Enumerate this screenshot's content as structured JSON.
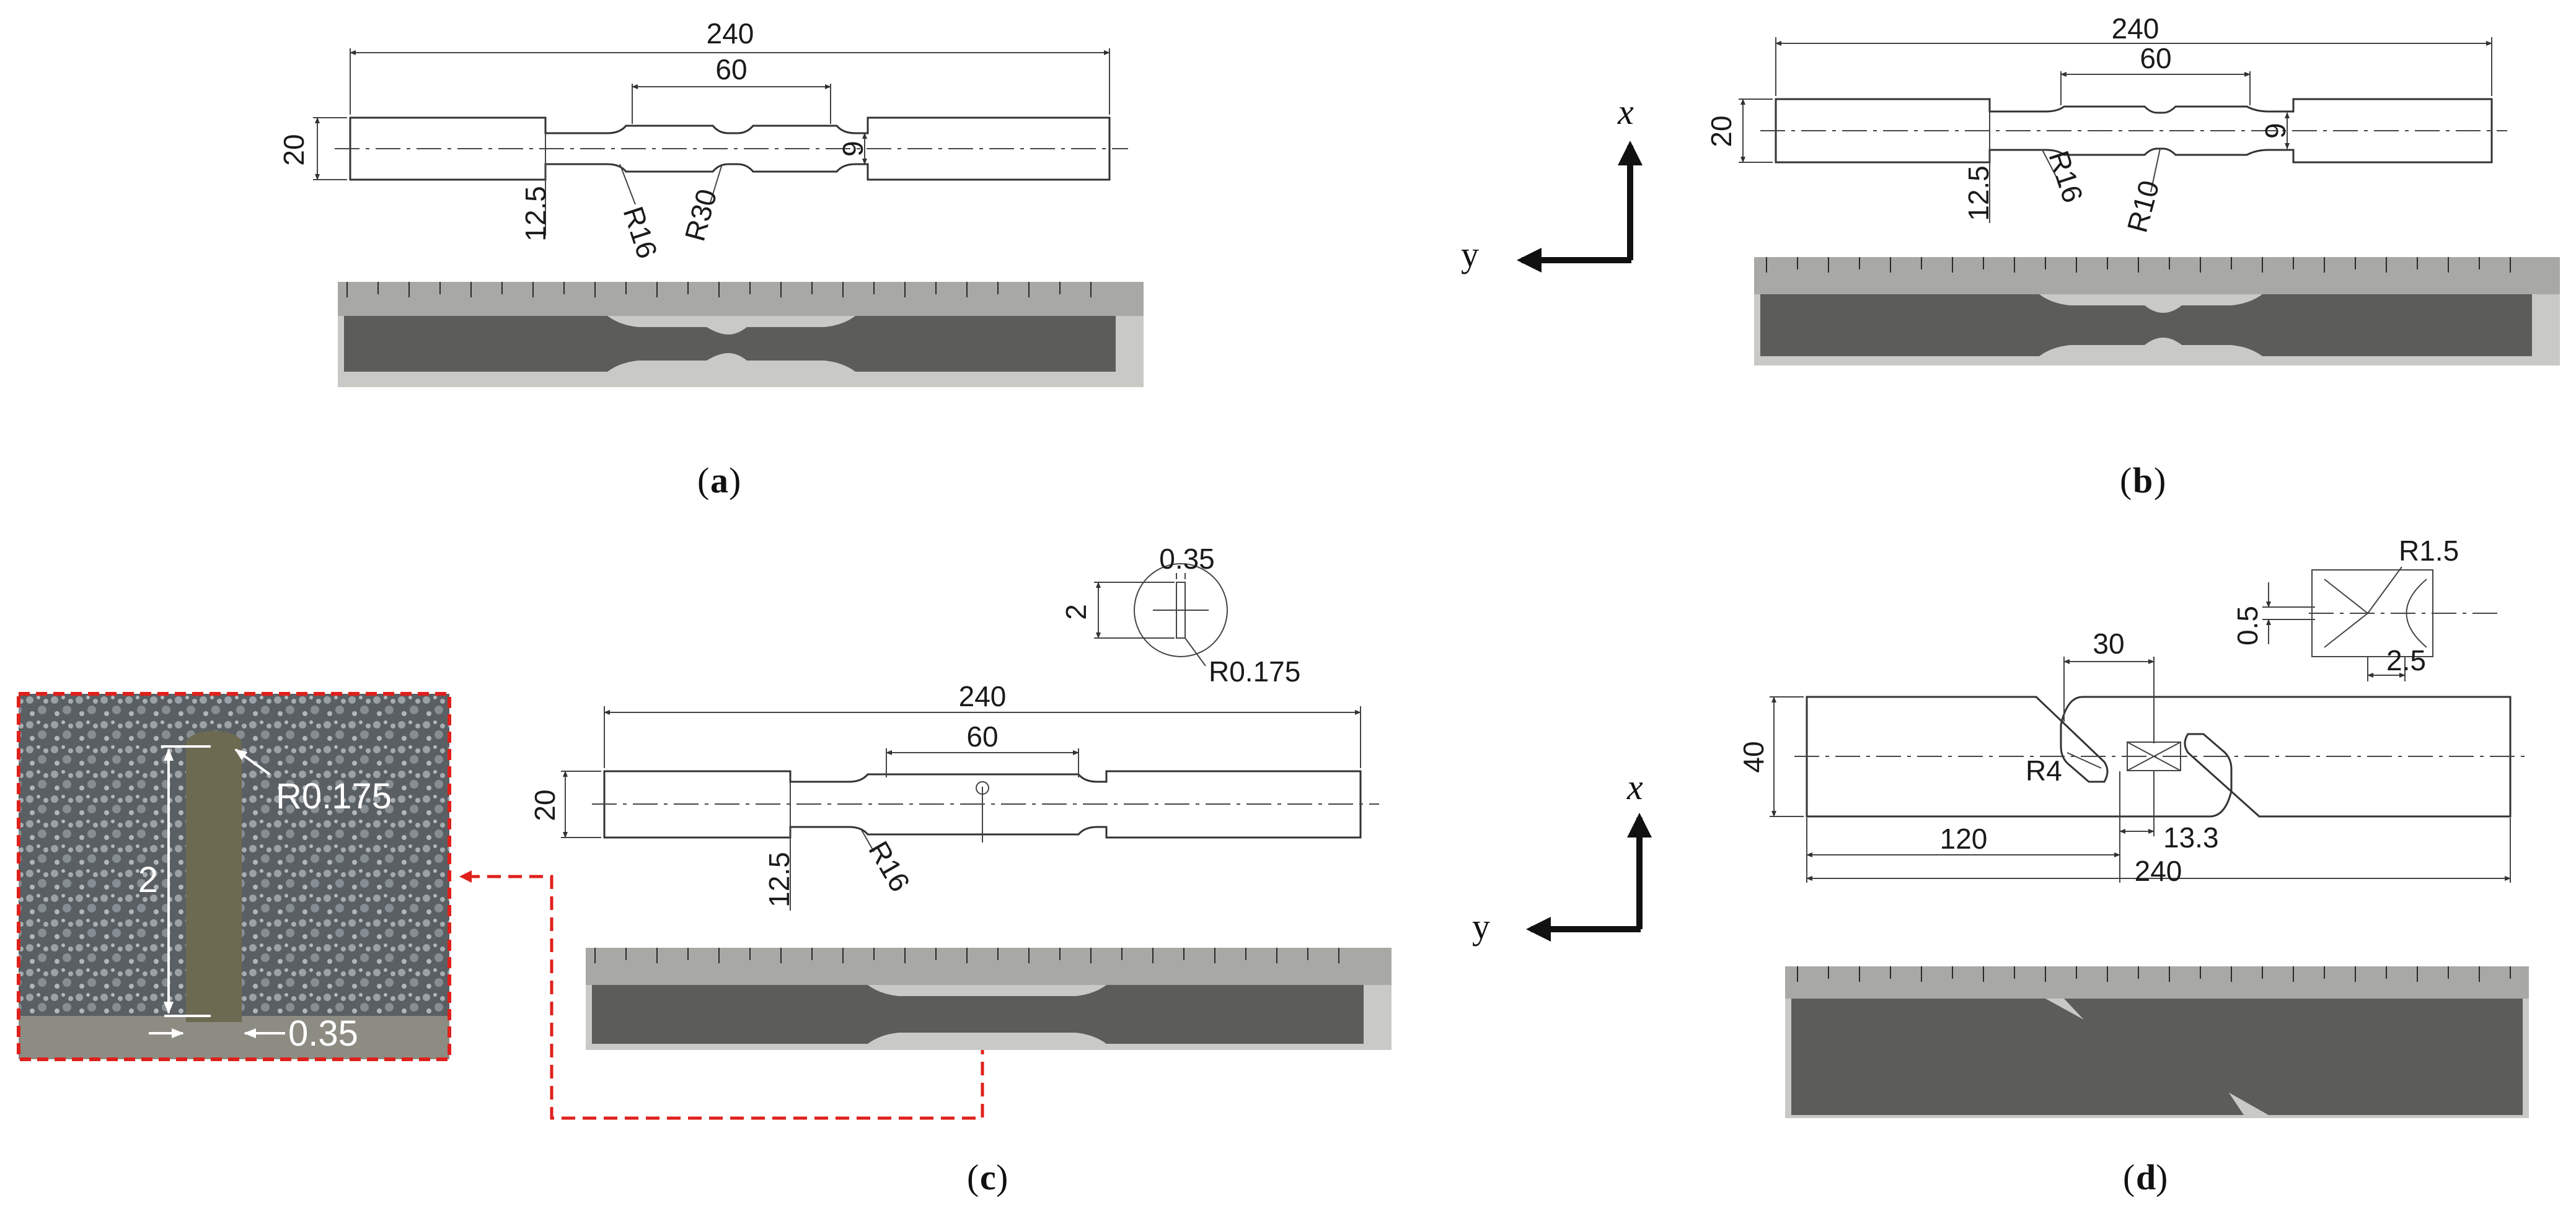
{
  "panels": {
    "a": {
      "caption_open": "(",
      "caption_letter": "a",
      "caption_close": ")",
      "dims": {
        "total_length": "240",
        "gauge_length": "60",
        "width": "20",
        "reduced_width": "12.5",
        "radius_shoulder": "R16",
        "radius_notch": "R30",
        "notch_width": "6"
      }
    },
    "b": {
      "caption_open": "(",
      "caption_letter": "b",
      "caption_close": ")",
      "dims": {
        "total_length": "240",
        "gauge_length": "60",
        "width": "20",
        "reduced_width": "12.5",
        "radius_shoulder": "R16",
        "radius_notch": "R10",
        "notch_width": "6"
      }
    },
    "c": {
      "caption_open": "(",
      "caption_letter": "c",
      "caption_close": ")",
      "dims": {
        "total_length": "240",
        "gauge_length": "60",
        "width": "20",
        "reduced_width": "12.5",
        "radius_shoulder": "R16",
        "detail_slot_width": "0.35",
        "detail_slot_length": "2",
        "detail_radius": "R0.175"
      },
      "inset": {
        "radius": "R0.175",
        "length": "2",
        "width": "0.35"
      }
    },
    "d": {
      "caption_open": "(",
      "caption_letter": "d",
      "caption_close": ")",
      "dims": {
        "total_length": "240",
        "width": "40",
        "offset": "120",
        "slot_spacing": "30",
        "radius_slot": "R4",
        "ligament": "13.3",
        "detail_radius": "R1.5",
        "detail_height": "0.5",
        "detail_length": "2.5"
      }
    }
  },
  "axes": {
    "x_label": "x",
    "y_label": "y"
  },
  "colors": {
    "line": "#333333",
    "dashed_highlight": "#e0201b",
    "ruler": "#c9c9c6",
    "metal": "#5c5c58"
  }
}
